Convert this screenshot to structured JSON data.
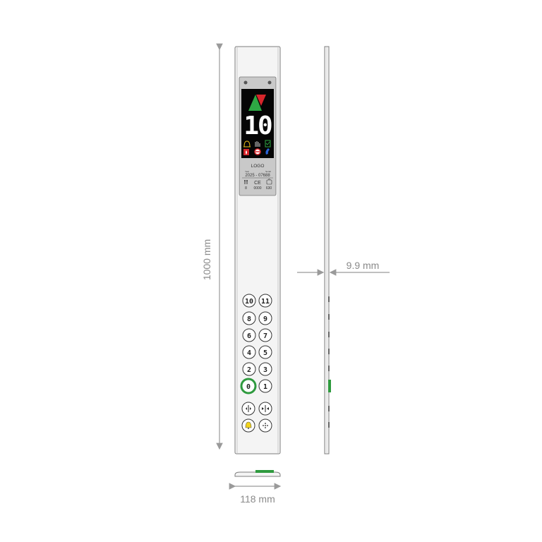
{
  "dimensions": {
    "height": "1000 mm",
    "depth": "9.9 mm",
    "width": "118 mm"
  },
  "display": {
    "floor": "10",
    "arrow_up_color": "#2ea844",
    "arrow_down_color": "#d7262b",
    "logo": "LOGO",
    "serial_small_left": "Year",
    "serial_small_right": "Serial",
    "serial": "2025 - 07688",
    "persons": "8",
    "ce": "0000",
    "load": "630",
    "icons": [
      "bell-icon",
      "hand-icon",
      "phone-check-icon",
      "fire-icon",
      "no-entry-icon",
      "phone-icon"
    ]
  },
  "keypad": {
    "floor_buttons": [
      "10",
      "11",
      "8",
      "9",
      "6",
      "7",
      "4",
      "5",
      "2",
      "3",
      "0",
      "1"
    ],
    "active_button": "0",
    "active_color": "#2e9a3e",
    "function_buttons": [
      "door-open-icon",
      "door-close-icon",
      "alarm-bell-icon",
      "intercom-icon"
    ],
    "alarm_color": "#f2d31b"
  }
}
